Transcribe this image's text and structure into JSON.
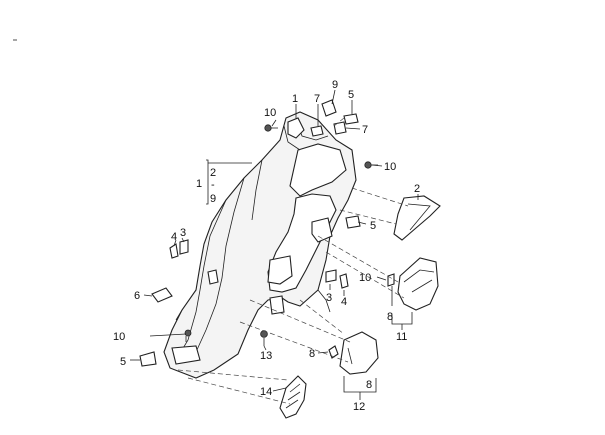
{
  "callouts": {
    "c_1_top": "1",
    "c_1_side": "1",
    "c_2_side": "2",
    "c_dash": "-",
    "c_9_side": "9",
    "c_10_top": "10",
    "c_7_top": "7",
    "c_9_top": "9",
    "c_5_top": "5",
    "c_7_right": "7",
    "c_10_right": "10",
    "c_2_right": "2",
    "c_5_right": "5",
    "c_4_left": "4",
    "c_3_left": "3",
    "c_6_left": "6",
    "c_10_mid": "10",
    "c_3_mid": "3",
    "c_4_mid": "4",
    "c_8_a": "8",
    "c_11": "11",
    "c_10_left": "10",
    "c_5_left": "5",
    "c_13": "13",
    "c_8_b": "8",
    "c_8_c": "8",
    "c_12": "12",
    "c_14": "14"
  }
}
